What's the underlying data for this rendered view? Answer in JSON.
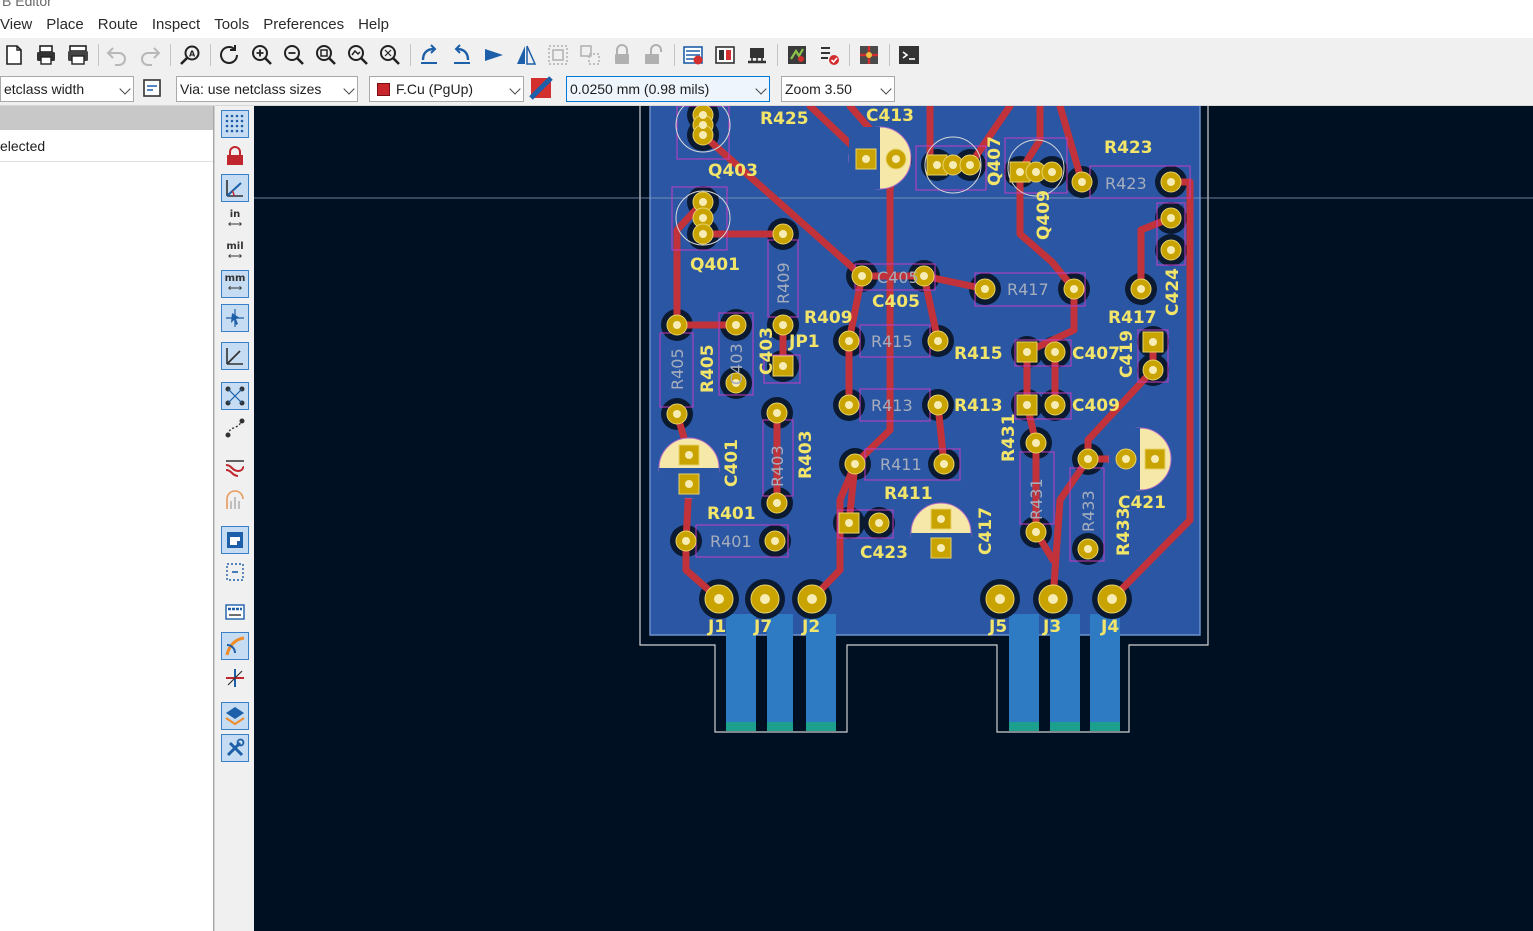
{
  "window": {
    "title": "B Editor"
  },
  "menu": [
    "View",
    "Place",
    "Route",
    "Inspect",
    "Tools",
    "Preferences",
    "Help"
  ],
  "toolbar_icons": [
    "new-board-icon",
    "print-icon",
    "plot-icon",
    "undo-icon",
    "redo-icon",
    "find-icon",
    "refresh-icon",
    "zoom-in-icon",
    "zoom-out-icon",
    "zoom-fit-icon",
    "zoom-objects-icon",
    "zoom-selection-icon",
    "rotate-ccw-icon",
    "rotate-cw-icon",
    "flip-icon",
    "mirror-icon",
    "group-icon",
    "ungroup-icon",
    "lock-icon",
    "unlock-icon",
    "netlist-icon",
    "footprint-browser-icon",
    "footprint-editor-icon",
    "update-pcb-icon",
    "drc-icon",
    "interactive-router-icon",
    "scripting-console-icon"
  ],
  "options": {
    "track_width": "etclass width",
    "via_size": "Via: use netclass sizes",
    "layer": "F.Cu (PgUp)",
    "layer_color": "#c8252d",
    "grid": "0.0250 mm (0.98 mils)",
    "zoom": "Zoom 3.50"
  },
  "left_panel": {
    "status": "elected"
  },
  "vertical_toolbar": [
    {
      "name": "grid-toggle-icon",
      "active": true
    },
    {
      "name": "drc-lock-icon",
      "active": false
    },
    {
      "name": "polar-coords-icon",
      "active": true
    },
    {
      "name": "units-inch-icon",
      "label": "in",
      "active": false
    },
    {
      "name": "units-mil-icon",
      "label": "mil",
      "active": false
    },
    {
      "name": "units-mm-icon",
      "label": "mm",
      "active": true
    },
    {
      "name": "cursor-shape-icon",
      "active": true
    },
    {
      "name": "angle-snap-icon",
      "active": true
    },
    {
      "name": "ratsnest-icon",
      "active": true
    },
    {
      "name": "curved-ratsnest-icon",
      "active": false
    },
    {
      "name": "show-zones-icon",
      "active": false
    },
    {
      "name": "show-zone-outlines-icon",
      "active": false
    },
    {
      "name": "pads-sketch-icon",
      "active": true
    },
    {
      "name": "vias-sketch-icon",
      "active": false
    },
    {
      "name": "tracks-sketch-icon",
      "active": false
    },
    {
      "name": "high-contrast-icon",
      "active": true
    },
    {
      "name": "net-color-icon",
      "active": false
    },
    {
      "name": "layers-manager-icon",
      "active": true
    },
    {
      "name": "properties-icon",
      "active": true
    }
  ],
  "pcb": {
    "references": [
      "R425",
      "C413",
      "Q403",
      "Q407",
      "Q409",
      "R423",
      "Q401",
      "R409",
      "C405",
      "R417",
      "C424",
      "R405",
      "C403",
      "JP1",
      "R415",
      "C407",
      "C419",
      "R413",
      "C409",
      "R431",
      "C401",
      "R403",
      "R411",
      "C421",
      "R433",
      "R401",
      "C417",
      "C423",
      "J1",
      "J7",
      "J2",
      "J5",
      "J3",
      "J4"
    ],
    "values": [
      "R423",
      "R409",
      "C405",
      "R417",
      "R415",
      "R405",
      "C403",
      "R413",
      "R403",
      "R411",
      "R431",
      "R433",
      "R401"
    ]
  }
}
